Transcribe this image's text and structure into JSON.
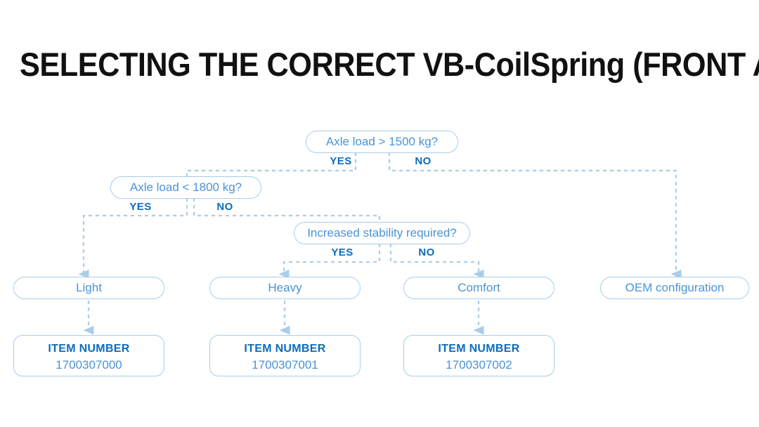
{
  "page": {
    "title": "SELECTING THE CORRECT VB-CoilSpring (FRONT AXLE)",
    "background_color": "#ffffff",
    "accent_color": "#0b6cbd",
    "node_text_color": "#4a93d4",
    "node_border_color": "#a9cdea",
    "connector_color": "#a9cdea"
  },
  "chart_data": {
    "type": "diagram",
    "title": "SELECTING THE CORRECT VB-CoilSpring (FRONT AXLE)",
    "nodes": [
      {
        "id": "d1",
        "kind": "decision",
        "label": "Axle load > 1500 kg?"
      },
      {
        "id": "d2",
        "kind": "decision",
        "label": "Axle load < 1800 kg?"
      },
      {
        "id": "d3",
        "kind": "decision",
        "label": "Increased stability required?"
      },
      {
        "id": "r1",
        "kind": "result",
        "label": "Light"
      },
      {
        "id": "r2",
        "kind": "result",
        "label": "Heavy"
      },
      {
        "id": "r3",
        "kind": "result",
        "label": "Comfort"
      },
      {
        "id": "r4",
        "kind": "result",
        "label": "OEM configuration"
      },
      {
        "id": "i1",
        "kind": "item",
        "label": "ITEM NUMBER",
        "value": "1700307000"
      },
      {
        "id": "i2",
        "kind": "item",
        "label": "ITEM NUMBER",
        "value": "1700307001"
      },
      {
        "id": "i3",
        "kind": "item",
        "label": "ITEM NUMBER",
        "value": "1700307002"
      }
    ],
    "edges": [
      {
        "from": "d1",
        "to": "d2",
        "label": "YES"
      },
      {
        "from": "d1",
        "to": "r4",
        "label": "NO"
      },
      {
        "from": "d2",
        "to": "r1",
        "label": "YES"
      },
      {
        "from": "d2",
        "to": "d3",
        "label": "NO"
      },
      {
        "from": "d3",
        "to": "r2",
        "label": "YES"
      },
      {
        "from": "d3",
        "to": "r3",
        "label": "NO"
      },
      {
        "from": "r1",
        "to": "i1",
        "label": ""
      },
      {
        "from": "r2",
        "to": "i2",
        "label": ""
      },
      {
        "from": "r3",
        "to": "i3",
        "label": ""
      }
    ]
  },
  "decisions": {
    "d1": {
      "label": "Axle load > 1500 kg?",
      "yes": "YES",
      "no": "NO"
    },
    "d2": {
      "label": "Axle load < 1800 kg?",
      "yes": "YES",
      "no": "NO"
    },
    "d3": {
      "label": "Increased stability required?",
      "yes": "YES",
      "no": "NO"
    }
  },
  "results": {
    "light": "Light",
    "heavy": "Heavy",
    "comfort": "Comfort",
    "oem": "OEM configuration"
  },
  "items": {
    "light": {
      "label": "ITEM NUMBER",
      "value": "1700307000"
    },
    "heavy": {
      "label": "ITEM NUMBER",
      "value": "1700307001"
    },
    "comfort": {
      "label": "ITEM NUMBER",
      "value": "1700307002"
    }
  }
}
